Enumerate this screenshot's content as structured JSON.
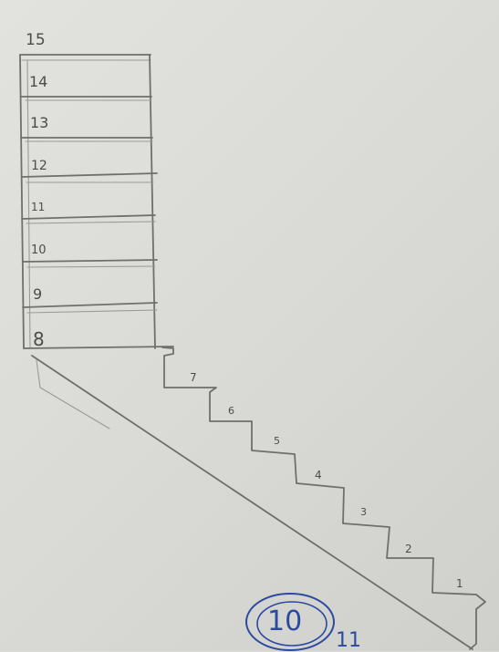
{
  "drawing": {
    "paper_color": "#dcdcd8",
    "pencil_color": "#6f6f6c",
    "ink_color": "#2b4aa0",
    "tower_labels": [
      "15",
      "14",
      "13",
      "12",
      "11",
      "10",
      "9",
      "8"
    ],
    "stair_labels": [
      "7",
      "6",
      "5",
      "4",
      "3",
      "2",
      "1"
    ],
    "circled_mark": "10",
    "ink_tick": "11"
  }
}
